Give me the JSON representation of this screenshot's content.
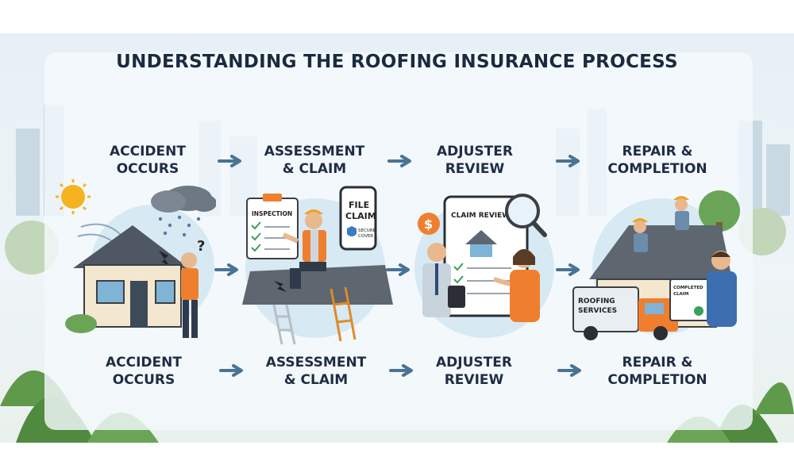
{
  "title": "UNDERSTANDING THE ROOFING INSURANCE PROCESS",
  "steps_top": [
    {
      "line1": "ACCIDENT",
      "line2": "OCCURS"
    },
    {
      "line1": "ASSESSMENT",
      "line2": "& CLAIM"
    },
    {
      "line1": "ADJUSTER",
      "line2": "REVIEW"
    },
    {
      "line1": "REPAIR &",
      "line2": "COMPLETION"
    }
  ],
  "steps_bottom": [
    {
      "line1": "ACCIDENT",
      "line2": "OCCURS"
    },
    {
      "line1": "ASSESSMENT",
      "line2": "& CLAIM"
    },
    {
      "line1": "ADJUSTER",
      "line2": "REVIEW"
    },
    {
      "line1": "REPAIR &",
      "line2": "COMPLETION"
    }
  ],
  "scene_text": {
    "inspection": "INSPECTION",
    "file_claim_1": "FILE",
    "file_claim_2": "CLAIM",
    "secure_1": "SECURE",
    "secure_2": "COVER",
    "claim_review": "CLAIM REVIEW",
    "question": "?",
    "dollar": "$",
    "truck_1": "ROOFING",
    "truck_2": "SERVICES",
    "completed_1": "COMPLETED",
    "completed_2": "CLAIM"
  },
  "icons": [
    "sun-icon",
    "storm-cloud-icon",
    "arrow-right-icon",
    "clipboard-icon",
    "phone-icon",
    "shield-icon",
    "magnifier-icon",
    "dollar-icon",
    "checklist-icon",
    "truck-icon"
  ],
  "colors": {
    "title": "#1b2a3f",
    "arrow": "#4a7393",
    "accent_orange": "#ef7f2f",
    "roof": "#5e6670"
  }
}
